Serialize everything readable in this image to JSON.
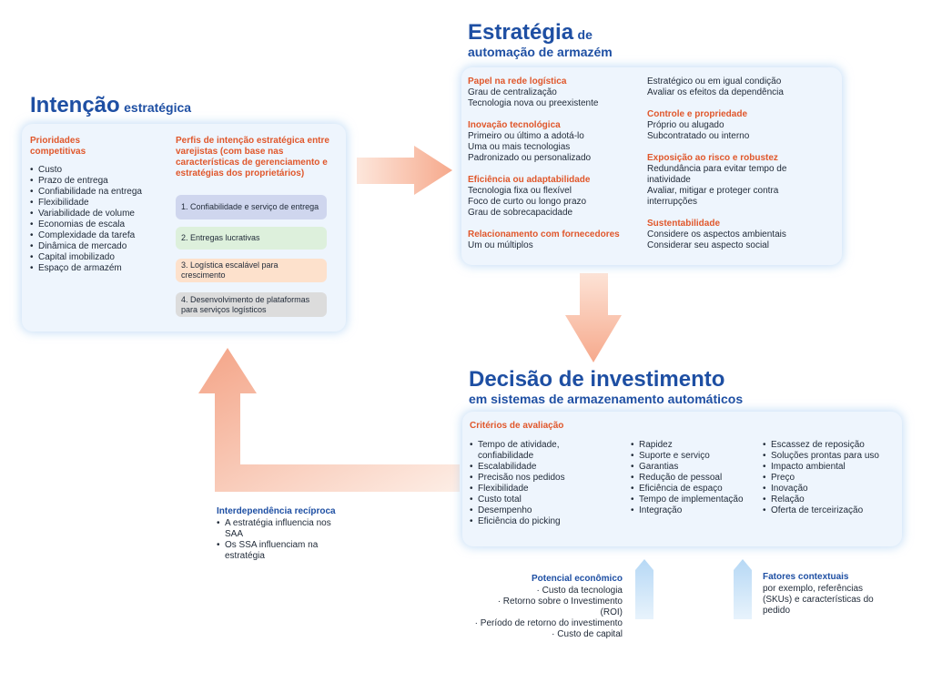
{
  "intention": {
    "title_big": "Intenção",
    "title_small": "estratégica",
    "priorities_heading": "Prioridades competitivas",
    "priorities": [
      "Custo",
      "Prazo de entrega",
      "Confiabilidade na entrega",
      "Flexibilidade",
      "Variabilidade de volume",
      "Economias de escala",
      "Complexidade da tarefa",
      "Dinâmica de mercado",
      "Capital imobilizado",
      "Espaço de armazém"
    ],
    "profiles_heading": "Perfis de intenção estratégica entre varejistas (com base nas características de gerenciamento e estratégias dos proprietários)",
    "profiles": [
      {
        "label": "1. Confiabilidade e serviço de entrega",
        "color": "#cfd6ee"
      },
      {
        "label": "2. Entregas lucrativas",
        "color": "#ddf0dc"
      },
      {
        "label": "3. Logística escalável para crescimento",
        "color": "#fde1cc"
      },
      {
        "label": "4. Desenvolvimento de plataformas para serviços logísticos",
        "color": "#dcdcdc"
      }
    ]
  },
  "strategy": {
    "title_big": "Estratégia",
    "title_small": "de",
    "subtitle": "automação de armazém",
    "left": [
      {
        "heading": "Papel na rede logística",
        "items": [
          "Grau de centralização",
          "Tecnologia nova ou preexistente"
        ]
      },
      {
        "heading": "Inovação tecnológica",
        "items": [
          "Primeiro ou último a adotá-lo",
          "Uma ou mais tecnologias",
          "Padronizado ou personalizado"
        ]
      },
      {
        "heading": "Eficiência ou adaptabilidade",
        "items": [
          "Tecnologia fixa ou flexível",
          "Foco de curto ou longo prazo",
          "Grau de sobrecapacidade"
        ]
      },
      {
        "heading": "Relacionamento com fornecedores",
        "items": [
          "Um ou múltiplos"
        ]
      }
    ],
    "right_top": [
      "Estratégico ou em igual condição",
      "Avaliar os efeitos da dependência"
    ],
    "right": [
      {
        "heading": "Controle e propriedade",
        "items": [
          "Próprio ou alugado",
          "Subcontratado ou interno"
        ]
      },
      {
        "heading": "Exposição ao risco e robustez",
        "items": [
          "Redundância para evitar tempo de inatividade",
          "Avaliar, mitigar e proteger contra interrupções"
        ]
      },
      {
        "heading": "Sustentabilidade",
        "items": [
          "Considere os aspectos ambientais",
          "Considerar seu aspecto social"
        ]
      }
    ]
  },
  "decision": {
    "title_big": "Decisão de investimento",
    "subtitle": "em sistemas de armazenamento automáticos",
    "criteria_heading": "Critérios de avaliação",
    "col1": [
      "Tempo de atividade, confiabilidade",
      "Escalabilidade",
      "Precisão nos pedidos",
      "Flexibilidade",
      "Custo total",
      "Desempenho",
      "Eficiência do picking"
    ],
    "col2": [
      "Rapidez",
      "Suporte e serviço",
      "Garantias",
      "Redução de pessoal",
      "Eficiência de espaço",
      "Tempo de implementação",
      "Integração"
    ],
    "col3": [
      "Escassez de reposição",
      "Soluções prontas para uso",
      "Impacto ambiental",
      "Preço",
      "Inovação",
      "Relação",
      "Oferta de terceirização"
    ]
  },
  "interdependence": {
    "heading": "Interdependência recíproca",
    "items": [
      "A estratégia influencia nos SAA",
      "Os SSA influenciam na estratégia"
    ]
  },
  "economic": {
    "heading": "Potencial econômico",
    "items": [
      "Custo da tecnologia",
      "Retorno sobre o Investimento (ROI)",
      "Período de retorno do investimento",
      "Custo de capital"
    ]
  },
  "contextual": {
    "heading": "Fatores contextuais",
    "text": "por exemplo, referências (SKUs) e características do pedido"
  },
  "colors": {
    "title_blue": "#1e4fa3",
    "heading_orange": "#e0572b",
    "panel_bg": "#eef5fd",
    "arrow_orange": "#f6b49c",
    "arrow_blue": "#bcdcf6"
  }
}
